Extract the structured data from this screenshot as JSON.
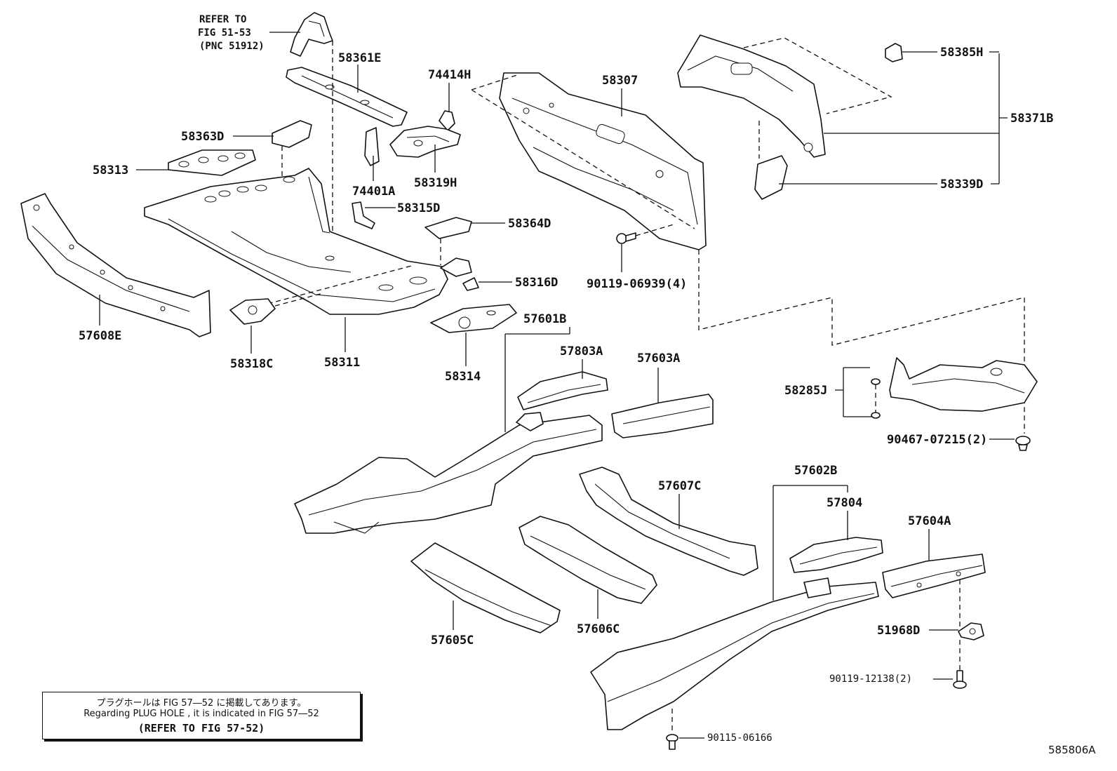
{
  "diagram_id": "585806A",
  "note": {
    "japanese": "プラグホールは FIG  57―52 に掲載してあります。",
    "english": "Regarding  PLUG  HOLE , it is indicated in  FIG  57―52",
    "refer": "(REFER TO FIG 57-52)"
  },
  "refer_note": [
    "REFER TO",
    "FIG 51-53",
    "(PNC 51912)"
  ],
  "parts": {
    "p58361E": "58361E",
    "p58363D": "58363D",
    "p58313": "58313",
    "p57608E": "57608E",
    "p58318C": "58318C",
    "p58311": "58311",
    "p74414H": "74414H",
    "p58319H": "58319H",
    "p74401A": "74401A",
    "p58315D": "58315D",
    "p58364D": "58364D",
    "p58316D": "58316D",
    "p58314": "58314",
    "p58307": "58307",
    "p90119_06939": "90119-06939(4)",
    "p58385H": "58385H",
    "p58371B": "58371B",
    "p58339D": "58339D",
    "p58285J": "58285J",
    "p90467_07215": "90467-07215(2)",
    "p57601B": "57601B",
    "p57803A": "57803A",
    "p57603A": "57603A",
    "p57607C": "57607C",
    "p57602B": "57602B",
    "p57804": "57804",
    "p57604A": "57604A",
    "p57605C": "57605C",
    "p57606C": "57606C",
    "p51968D": "51968D",
    "p90119_12138": "90119-12138(2)",
    "p90115_06166": "90115-06166"
  }
}
